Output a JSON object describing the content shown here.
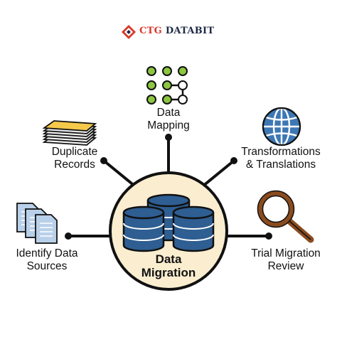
{
  "brand": {
    "name_part1": "CTG",
    "name_part2": "DATABIT",
    "accent_color": "#d7392b",
    "dark_color": "#1f2a44"
  },
  "center": {
    "line1": "Data",
    "line2": "Migration",
    "fill_color": "#fbeed0",
    "icon": "database-icon"
  },
  "nodes": {
    "mapping": {
      "line1": "Data",
      "line2": "Mapping",
      "icon": "data-mapping-icon"
    },
    "duplicates": {
      "line1": "Duplicate",
      "line2": "Records",
      "icon": "paper-stack-icon"
    },
    "transform": {
      "line1": "Transformations",
      "line2": "& Translations",
      "icon": "globe-icon"
    },
    "sources": {
      "line1": "Identify Data",
      "line2": "Sources",
      "icon": "documents-icon"
    },
    "review": {
      "line1": "Trial Migration",
      "line2": "Review",
      "icon": "magnifier-icon"
    }
  },
  "colors": {
    "connector": "#111111",
    "db_blue": "#2e5e92",
    "green": "#8cc63f",
    "globe_blue": "#3d78b5",
    "doc_blue": "#b9d0ea",
    "magnifier_brown": "#8a4b1f"
  }
}
